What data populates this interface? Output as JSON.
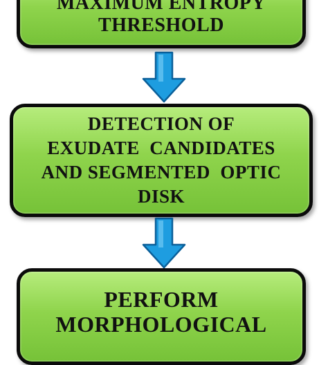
{
  "diagram": {
    "boxes": [
      {
        "lines": [
          "MAXIMUM ENTROPY",
          "THRESHOLD"
        ]
      },
      {
        "lines": [
          "DETECTION OF",
          "EXUDATE  CANDIDATES",
          "AND SEGMENTED  OPTIC",
          "DISK"
        ]
      },
      {
        "lines": [
          "PERFORM",
          "MORPHOLOGICAL"
        ]
      }
    ],
    "colors": {
      "box_fill": "#8fd44c",
      "box_border": "#0b0b0b",
      "arrow_fill": "#1e9de0",
      "arrow_stroke": "#0a5f99"
    }
  }
}
